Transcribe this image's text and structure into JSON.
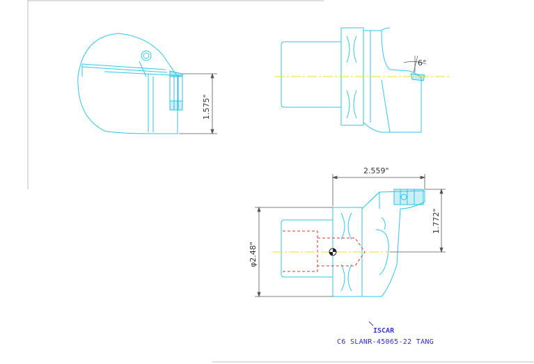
{
  "dimensions": {
    "side_height": "1.575\"",
    "top_length": "2.559\"",
    "front_height": "1.772\"",
    "diameter": "φ2.48\"",
    "angle": "6°"
  },
  "title_block": {
    "logo": "ISCAR",
    "part_number": "C6 SLANR-45065-22 TANG"
  },
  "colors": {
    "outline": "#2ec8e6",
    "dimension": "#555555",
    "centerline": "#e8e020",
    "hidden": "#e03030",
    "insert": "#30c0e0",
    "text": "#2b2bd6"
  }
}
